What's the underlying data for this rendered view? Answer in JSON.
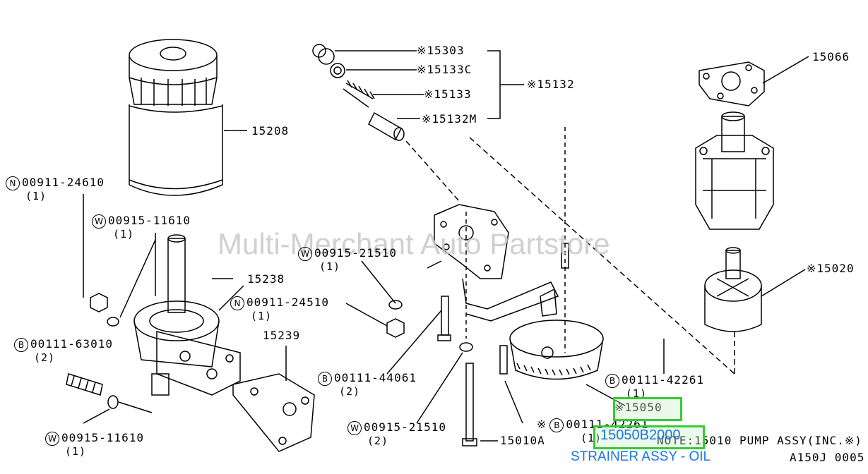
{
  "watermark": "Multi-Merchant Auto Partstore",
  "parts": {
    "p15208": "15208",
    "p15303": "※15303",
    "p15133c": "※15133C",
    "p15133": "※15133",
    "p15132m": "※15132M",
    "p15132": "※15132",
    "p15066": "15066",
    "p15020": "※15020",
    "p15238": "15238",
    "p15239": "15239",
    "p15050": "※15050",
    "p15010a": "15010A"
  },
  "callouts": [
    {
      "prefix": "N",
      "number": "00911-24610",
      "qty": "(1)"
    },
    {
      "prefix": "W",
      "number": "00915-11610",
      "qty": "(1)"
    },
    {
      "prefix": "W",
      "number": "00915-21510",
      "qty": "(1)"
    },
    {
      "prefix": "N",
      "number": "00911-24510",
      "qty": "(1)"
    },
    {
      "prefix": "B",
      "number": "00111-63010",
      "qty": "(2)"
    },
    {
      "prefix": "B",
      "number": "00111-44061",
      "qty": "(2)"
    },
    {
      "prefix": "B",
      "number": "00111-42261",
      "qty": "(1)"
    },
    {
      "prefix": "W",
      "number": "00915-11610",
      "qty": "(1)"
    },
    {
      "prefix": "W",
      "number": "00915-21510",
      "qty": "(2)"
    },
    {
      "prefix": "B",
      "number": "00111-42261",
      "qty": "(1)",
      "mark": "※"
    }
  ],
  "note": "NOTE:15010 PUMP ASSY(INC.※)",
  "figure_code": "A150J 0005",
  "highlight": {
    "part_number": "15050B2000",
    "caption": "STRAINER ASSY - OIL",
    "color": "#33cc33",
    "text_color": "#1a73e8"
  }
}
